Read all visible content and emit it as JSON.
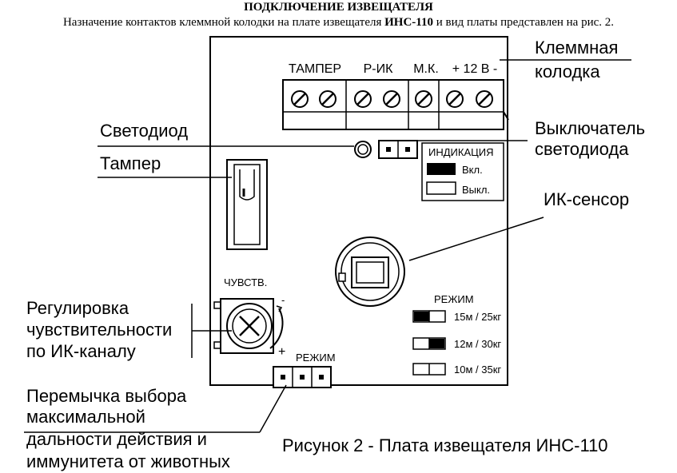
{
  "title": "ПОДКЛЮЧЕНИЕ ИЗВЕЩАТЕЛЯ",
  "intro": {
    "before": "Назначение контактов клеммной колодки на плате извещателя ",
    "model": "ИНС-110",
    "after": " и вид платы представлен на рис. 2."
  },
  "terminal": {
    "groups": [
      "ТАМПЕР",
      "Р-ИК",
      "М.К.",
      "+ 12 В -"
    ]
  },
  "indication": {
    "title": "ИНДИКАЦИЯ",
    "on": "Вкл.",
    "off": "Выкл."
  },
  "sensitivity_label": "ЧУВСТВ.",
  "jumper_label": "РЕЖИМ",
  "mode": {
    "title": "РЕЖИМ",
    "options": [
      "15м / 25кг",
      "12м / 30кг",
      "10м / 35кг"
    ]
  },
  "polarity": {
    "minus": "-",
    "plus": "+"
  },
  "callouts": {
    "terminal_block": [
      "Клеммная",
      "колодка"
    ],
    "led": "Светодиод",
    "led_switch": [
      "Выключатель",
      "светодиода"
    ],
    "tamper": "Тампер",
    "ir_sensor": "ИК-сенсор",
    "sensitivity": [
      "Регулировка",
      "чувствительности",
      "по ИК-каналу"
    ],
    "jumper": [
      "Перемычка выбора",
      "максимальной",
      "дальности действия и",
      "иммунитета от животных"
    ]
  },
  "caption": "Рисунок 2 - Плата извещателя ИНС-110"
}
